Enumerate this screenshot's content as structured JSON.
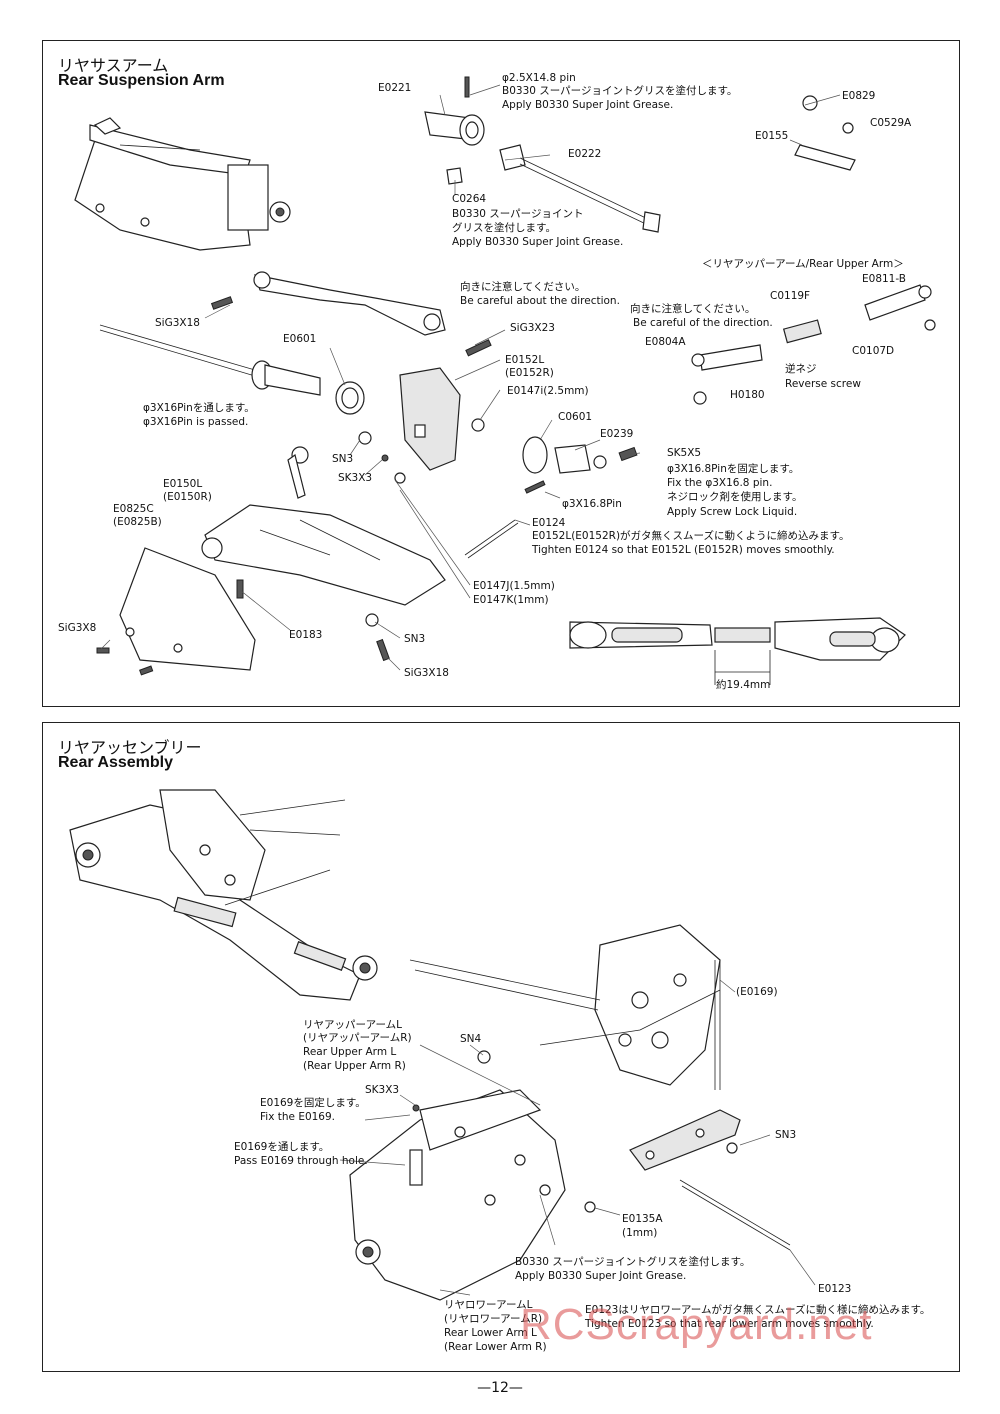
{
  "section1": {
    "title_jp": "リヤサスアーム",
    "title_en": "Rear Suspension Arm",
    "labels": [
      {
        "id": "e0221",
        "text": "E0221"
      },
      {
        "id": "pin_size",
        "text": "φ2.5X14.8 pin"
      },
      {
        "id": "pin_jp",
        "text": "B0330 スーパージョイントグリスを塗付します。"
      },
      {
        "id": "pin_en",
        "text": "Apply B0330 Super Joint Grease."
      },
      {
        "id": "e0829",
        "text": "E0829"
      },
      {
        "id": "c0529a",
        "text": "C0529A"
      },
      {
        "id": "e0155",
        "text": "E0155"
      },
      {
        "id": "e0222",
        "text": "E0222"
      },
      {
        "id": "c0264",
        "text": "C0264"
      },
      {
        "id": "grease_jp1",
        "text": "B0330 スーパージョイント"
      },
      {
        "id": "grease_jp2",
        "text": "グリスを塗付します。"
      },
      {
        "id": "grease_en",
        "text": "Apply B0330 Super Joint Grease."
      },
      {
        "id": "rua_header",
        "text": "＜リヤアッパーアーム/Rear Upper Arm＞"
      },
      {
        "id": "e0811b",
        "text": "E0811-B"
      },
      {
        "id": "c0119f",
        "text": "C0119F"
      },
      {
        "id": "dir_jp2",
        "text": "向きに注意してください。"
      },
      {
        "id": "dir_en2",
        "text": "Be careful of the direction."
      },
      {
        "id": "e0804a",
        "text": "E0804A"
      },
      {
        "id": "c0107d",
        "text": "C0107D"
      },
      {
        "id": "reverse_jp",
        "text": "逆ネジ"
      },
      {
        "id": "reverse_en",
        "text": "Reverse screw"
      },
      {
        "id": "h0180",
        "text": "H0180"
      },
      {
        "id": "sig3x18a",
        "text": "SiG3X18"
      },
      {
        "id": "dir_jp1",
        "text": "向きに注意してください。"
      },
      {
        "id": "dir_en1",
        "text": "Be careful about the direction."
      },
      {
        "id": "sig3x23",
        "text": "SiG3X23"
      },
      {
        "id": "e0601",
        "text": "E0601"
      },
      {
        "id": "e0152l",
        "text": "E0152L"
      },
      {
        "id": "e0152r",
        "text": "(E0152R)"
      },
      {
        "id": "e0147i",
        "text": "E0147i(2.5mm)"
      },
      {
        "id": "pin16_jp",
        "text": "φ3X16Pinを通します。"
      },
      {
        "id": "pin16_en",
        "text": "φ3X16Pin is passed."
      },
      {
        "id": "c0601",
        "text": "C0601"
      },
      {
        "id": "e0239",
        "text": "E0239"
      },
      {
        "id": "sn3a",
        "text": "SN3"
      },
      {
        "id": "sk5x5",
        "text": "SK5X5"
      },
      {
        "id": "fix_jp",
        "text": "φ3X16.8Pinを固定します。"
      },
      {
        "id": "fix_en",
        "text": "Fix the φ3X16.8 pin."
      },
      {
        "id": "lock_jp",
        "text": "ネジロック剤を使用します。"
      },
      {
        "id": "lock_en",
        "text": "Apply Screw Lock Liquid."
      },
      {
        "id": "sk3x3a",
        "text": "SK3X3"
      },
      {
        "id": "pin168",
        "text": "φ3X16.8Pin"
      },
      {
        "id": "e0150l",
        "text": "E0150L"
      },
      {
        "id": "e0150r",
        "text": "(E0150R)"
      },
      {
        "id": "e0825c",
        "text": "E0825C"
      },
      {
        "id": "e0825b",
        "text": "(E0825B)"
      },
      {
        "id": "e0124",
        "text": "E0124"
      },
      {
        "id": "tight_jp",
        "text": "E0152L(E0152R)がガタ無くスムーズに動くように締め込みます。"
      },
      {
        "id": "tight_en",
        "text": "Tighten E0124 so that E0152L (E0152R) moves smoothly."
      },
      {
        "id": "e0147j",
        "text": "E0147J(1.5mm)"
      },
      {
        "id": "e0147k",
        "text": "E0147K(1mm)"
      },
      {
        "id": "sig3x8",
        "text": "SiG3X8"
      },
      {
        "id": "e0183",
        "text": "E0183"
      },
      {
        "id": "sn3b",
        "text": "SN3"
      },
      {
        "id": "sig3x18b",
        "text": "SiG3X18"
      },
      {
        "id": "length",
        "text": "約19.4mm"
      }
    ]
  },
  "section2": {
    "title_jp": "リヤアッセンブリー",
    "title_en": "Rear Assembly",
    "labels": [
      {
        "id": "e0169",
        "text": "(E0169)"
      },
      {
        "id": "rua_jp1",
        "text": "リヤアッパーアームL"
      },
      {
        "id": "rua_jp2",
        "text": "(リヤアッパーアームR)"
      },
      {
        "id": "rua_en1",
        "text": "Rear Upper Arm L"
      },
      {
        "id": "rua_en2",
        "text": "(Rear Upper Arm R)"
      },
      {
        "id": "sn4",
        "text": "SN4"
      },
      {
        "id": "sk3x3b",
        "text": "SK3X3"
      },
      {
        "id": "fix169_jp",
        "text": "E0169を固定します。"
      },
      {
        "id": "fix169_en",
        "text": "Fix the E0169."
      },
      {
        "id": "pass169_jp",
        "text": "E0169を通します。"
      },
      {
        "id": "pass169_en",
        "text": "Pass E0169 through hole."
      },
      {
        "id": "sn3c",
        "text": "SN3"
      },
      {
        "id": "e0135a",
        "text": "E0135A"
      },
      {
        "id": "e0135a_mm",
        "text": "(1mm)"
      },
      {
        "id": "grease2_jp",
        "text": "B0330 スーパージョイントグリスを塗付します。"
      },
      {
        "id": "grease2_en",
        "text": "Apply B0330 Super Joint Grease."
      },
      {
        "id": "e0123",
        "text": "E0123"
      },
      {
        "id": "rla_jp1",
        "text": "リヤロワーアームL"
      },
      {
        "id": "rla_jp2",
        "text": "(リヤロワーアームR)"
      },
      {
        "id": "rla_en1",
        "text": "Rear Lower Arm L"
      },
      {
        "id": "rla_en2",
        "text": "(Rear Lower Arm R)"
      },
      {
        "id": "tight2_jp",
        "text": "E0123はリヤロワーアームがガタ無くスムーズに動く様に締め込みます。"
      },
      {
        "id": "tight2_en",
        "text": "Tighten E0123 so that rear lower arm moves smoothly."
      }
    ]
  },
  "page_number": "—12—",
  "watermark": "RCScrapyard.net"
}
